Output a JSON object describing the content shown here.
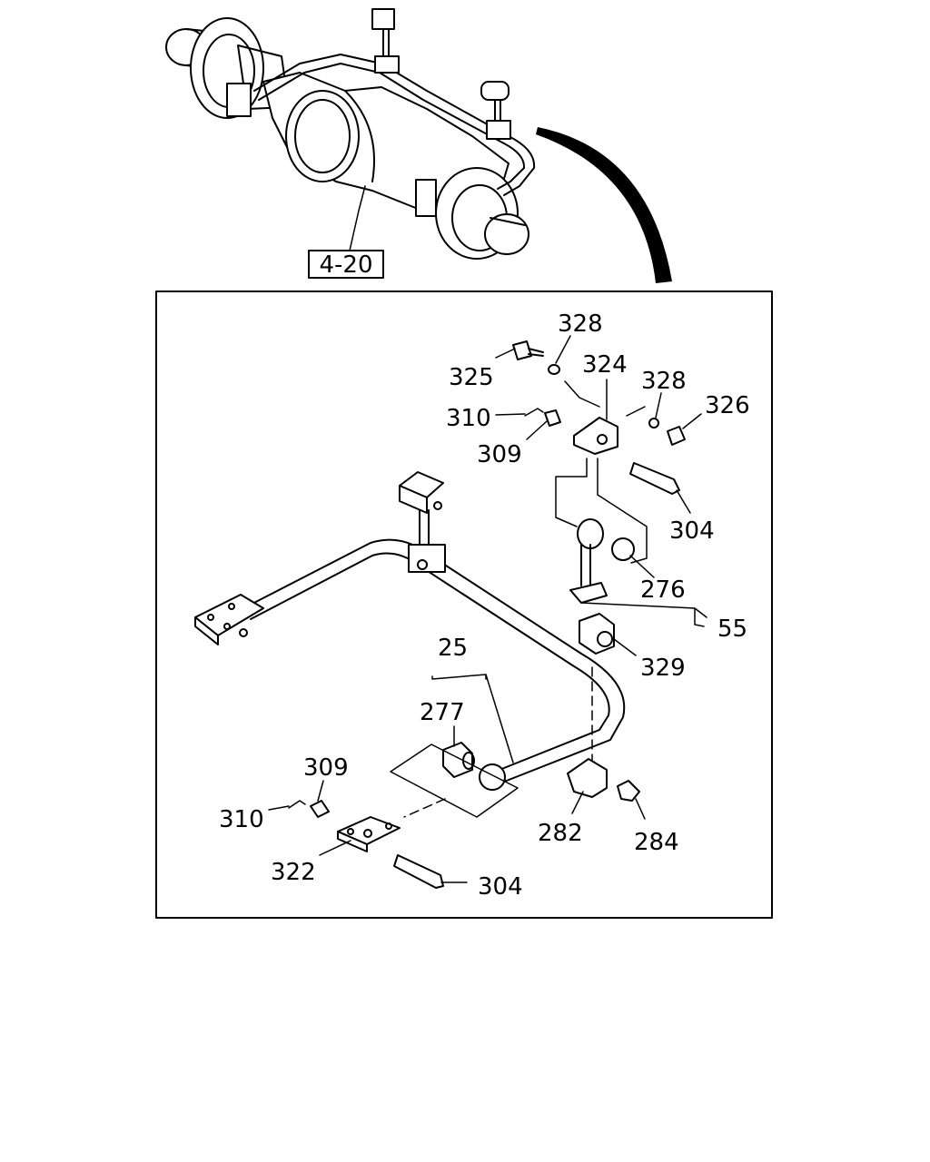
{
  "assembly_ref": "4-20",
  "labels": {
    "p328a": "328",
    "p325": "325",
    "p324": "324",
    "p328b": "328",
    "p326": "326",
    "p310a": "310",
    "p309a": "309",
    "p304a": "304",
    "p276": "276",
    "p55": "55",
    "p329": "329",
    "p25": "25",
    "p277": "277",
    "p309b": "309",
    "p310b": "310",
    "p322": "322",
    "p304b": "304",
    "p282": "282",
    "p284": "284"
  }
}
